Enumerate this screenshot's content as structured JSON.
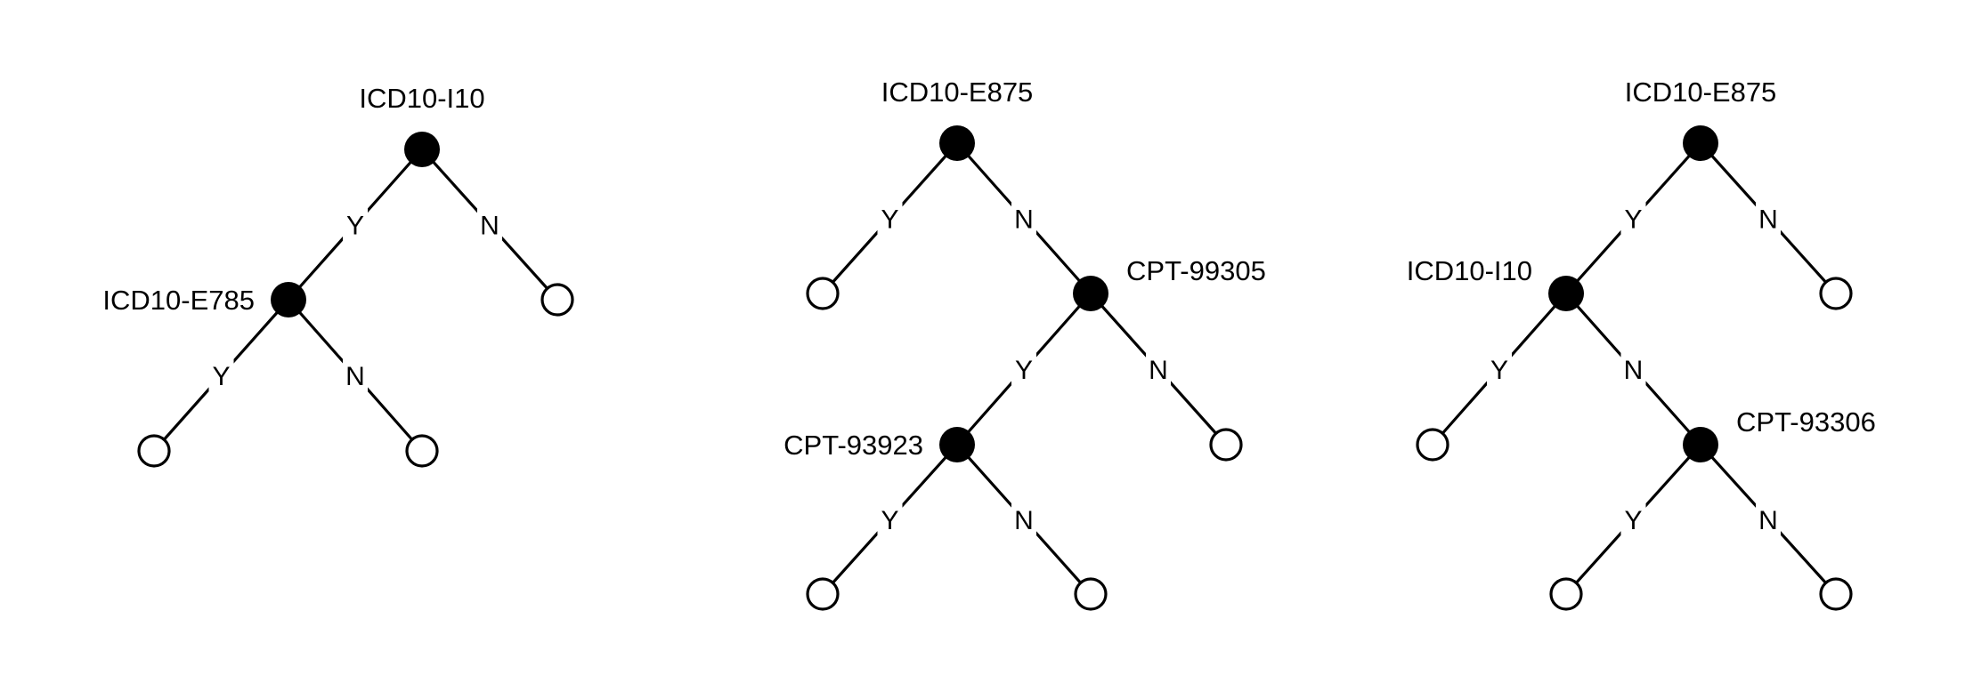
{
  "colors": {
    "stroke": "#000000",
    "decision_fill": "#000000",
    "leaf_fill": "#ffffff",
    "background": "#ffffff"
  },
  "trees": [
    {
      "nodes": [
        {
          "id": "a",
          "label": "ICD10-I10",
          "type": "decision"
        },
        {
          "id": "b",
          "label": "ICD10-E785",
          "type": "decision"
        },
        {
          "id": "c",
          "label": "",
          "type": "leaf"
        },
        {
          "id": "d",
          "label": "",
          "type": "leaf"
        },
        {
          "id": "e",
          "label": "",
          "type": "leaf"
        }
      ],
      "edges": [
        {
          "from": "a",
          "to": "b",
          "label": "Y"
        },
        {
          "from": "a",
          "to": "c",
          "label": "N"
        },
        {
          "from": "b",
          "to": "d",
          "label": "Y"
        },
        {
          "from": "b",
          "to": "e",
          "label": "N"
        }
      ]
    },
    {
      "nodes": [
        {
          "id": "a",
          "label": "ICD10-E875",
          "type": "decision"
        },
        {
          "id": "b",
          "label": "",
          "type": "leaf"
        },
        {
          "id": "c",
          "label": "CPT-99305",
          "type": "decision"
        },
        {
          "id": "d",
          "label": "CPT-93923",
          "type": "decision"
        },
        {
          "id": "e",
          "label": "",
          "type": "leaf"
        },
        {
          "id": "f",
          "label": "",
          "type": "leaf"
        },
        {
          "id": "g",
          "label": "",
          "type": "leaf"
        }
      ],
      "edges": [
        {
          "from": "a",
          "to": "b",
          "label": "Y"
        },
        {
          "from": "a",
          "to": "c",
          "label": "N"
        },
        {
          "from": "c",
          "to": "d",
          "label": "Y"
        },
        {
          "from": "c",
          "to": "e",
          "label": "N"
        },
        {
          "from": "d",
          "to": "f",
          "label": "Y"
        },
        {
          "from": "d",
          "to": "g",
          "label": "N"
        }
      ]
    },
    {
      "nodes": [
        {
          "id": "a",
          "label": "ICD10-E875",
          "type": "decision"
        },
        {
          "id": "b",
          "label": "ICD10-I10",
          "type": "decision"
        },
        {
          "id": "c",
          "label": "",
          "type": "leaf"
        },
        {
          "id": "d",
          "label": "",
          "type": "leaf"
        },
        {
          "id": "e",
          "label": "CPT-93306",
          "type": "decision"
        },
        {
          "id": "f",
          "label": "",
          "type": "leaf"
        },
        {
          "id": "g",
          "label": "",
          "type": "leaf"
        }
      ],
      "edges": [
        {
          "from": "a",
          "to": "b",
          "label": "Y"
        },
        {
          "from": "a",
          "to": "c",
          "label": "N"
        },
        {
          "from": "b",
          "to": "d",
          "label": "Y"
        },
        {
          "from": "b",
          "to": "e",
          "label": "N"
        },
        {
          "from": "e",
          "to": "f",
          "label": "Y"
        },
        {
          "from": "e",
          "to": "g",
          "label": "N"
        }
      ]
    }
  ]
}
